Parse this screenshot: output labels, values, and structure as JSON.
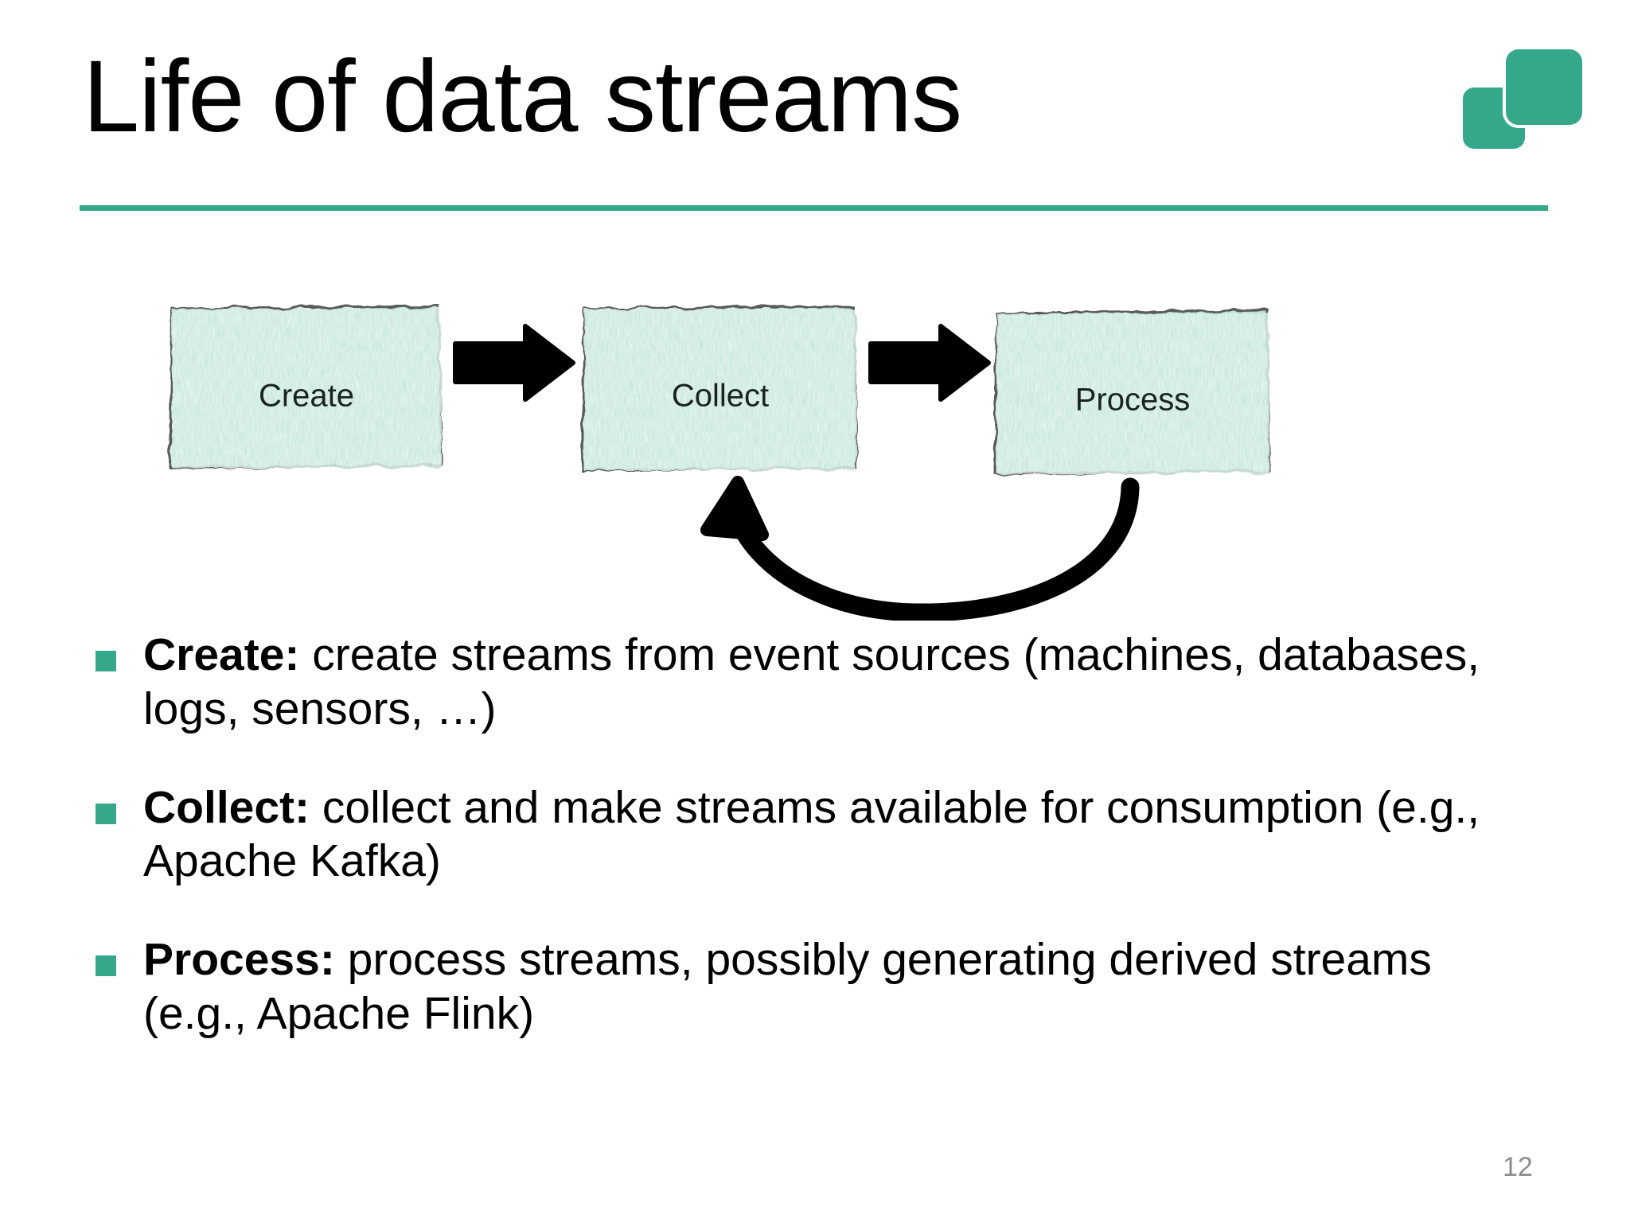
{
  "slide": {
    "title": "Life of data streams",
    "page_number": "12",
    "accent_color": "#35A88B",
    "rule_color": "#35A88B",
    "background_color": "#ffffff"
  },
  "logo": {
    "name": "two-squares-logo",
    "color": "#35A88B"
  },
  "diagram": {
    "type": "flow",
    "box_fill": "#B9E3D5",
    "box_stroke": "#555555",
    "arrow_color": "#000000",
    "nodes": [
      {
        "id": "create",
        "label": "Create"
      },
      {
        "id": "collect",
        "label": "Collect"
      },
      {
        "id": "process",
        "label": "Process"
      }
    ],
    "edges": [
      {
        "from": "create",
        "to": "collect",
        "style": "straight"
      },
      {
        "from": "collect",
        "to": "process",
        "style": "straight"
      },
      {
        "from": "process",
        "to": "collect",
        "style": "curved-feedback"
      }
    ]
  },
  "bullets": [
    {
      "marker": "square",
      "lead": "Create:",
      "rest": " create streams from event sources (machines, databases, logs, sensors, …)"
    },
    {
      "marker": "square",
      "lead": "Collect:",
      "rest": " collect and make streams available for consumption (e.g., Apache Kafka)"
    },
    {
      "marker": "square",
      "lead": "Process:",
      "rest": " process streams, possibly generating derived streams (e.g., Apache Flink)"
    }
  ]
}
